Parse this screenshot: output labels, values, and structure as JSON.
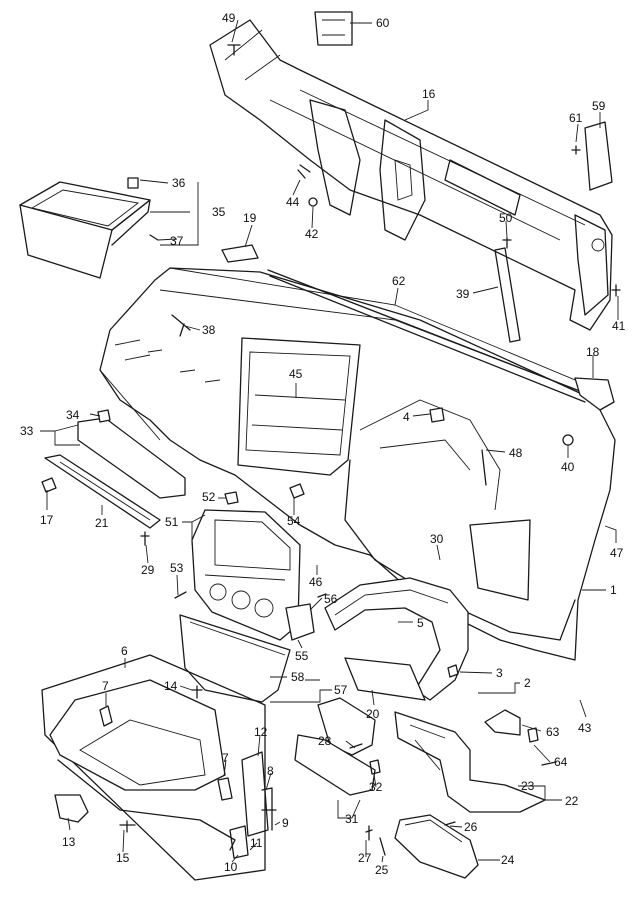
{
  "callouts": [
    {
      "id": "c49",
      "label": "49"
    },
    {
      "id": "c60",
      "label": "60"
    },
    {
      "id": "c16",
      "label": "16"
    },
    {
      "id": "c59",
      "label": "59"
    },
    {
      "id": "c61",
      "label": "61"
    },
    {
      "id": "c36",
      "label": "36"
    },
    {
      "id": "c35",
      "label": "35"
    },
    {
      "id": "c37",
      "label": "37"
    },
    {
      "id": "c44",
      "label": "44"
    },
    {
      "id": "c42",
      "label": "42"
    },
    {
      "id": "c19",
      "label": "19"
    },
    {
      "id": "c50",
      "label": "50"
    },
    {
      "id": "c62",
      "label": "62"
    },
    {
      "id": "c39",
      "label": "39"
    },
    {
      "id": "c41",
      "label": "41"
    },
    {
      "id": "c38",
      "label": "38"
    },
    {
      "id": "c18",
      "label": "18"
    },
    {
      "id": "c45",
      "label": "45"
    },
    {
      "id": "c34",
      "label": "34"
    },
    {
      "id": "c4",
      "label": "4"
    },
    {
      "id": "c33",
      "label": "33"
    },
    {
      "id": "c48",
      "label": "48"
    },
    {
      "id": "c40",
      "label": "40"
    },
    {
      "id": "c17",
      "label": "17"
    },
    {
      "id": "c21",
      "label": "21"
    },
    {
      "id": "c52",
      "label": "52"
    },
    {
      "id": "c54",
      "label": "54"
    },
    {
      "id": "c51",
      "label": "51"
    },
    {
      "id": "c47",
      "label": "47"
    },
    {
      "id": "c30",
      "label": "30"
    },
    {
      "id": "c29",
      "label": "29"
    },
    {
      "id": "c53",
      "label": "53"
    },
    {
      "id": "c46",
      "label": "46"
    },
    {
      "id": "c1",
      "label": "1"
    },
    {
      "id": "c56",
      "label": "56"
    },
    {
      "id": "c5",
      "label": "5"
    },
    {
      "id": "c6",
      "label": "6"
    },
    {
      "id": "c55",
      "label": "55"
    },
    {
      "id": "c3",
      "label": "3"
    },
    {
      "id": "c58",
      "label": "58"
    },
    {
      "id": "c2",
      "label": "2"
    },
    {
      "id": "c14",
      "label": "14"
    },
    {
      "id": "c57",
      "label": "57"
    },
    {
      "id": "c7a",
      "label": "7"
    },
    {
      "id": "c20",
      "label": "20"
    },
    {
      "id": "c43",
      "label": "43"
    },
    {
      "id": "c63",
      "label": "63"
    },
    {
      "id": "c12",
      "label": "12"
    },
    {
      "id": "c28",
      "label": "28"
    },
    {
      "id": "c64",
      "label": "64"
    },
    {
      "id": "c7b",
      "label": "7"
    },
    {
      "id": "c8",
      "label": "8"
    },
    {
      "id": "c23",
      "label": "23"
    },
    {
      "id": "c32",
      "label": "32"
    },
    {
      "id": "c22",
      "label": "22"
    },
    {
      "id": "c13",
      "label": "13"
    },
    {
      "id": "c31",
      "label": "31"
    },
    {
      "id": "c9",
      "label": "9"
    },
    {
      "id": "c15",
      "label": "15"
    },
    {
      "id": "c26",
      "label": "26"
    },
    {
      "id": "c11",
      "label": "11"
    },
    {
      "id": "c27",
      "label": "27"
    },
    {
      "id": "c10",
      "label": "10"
    },
    {
      "id": "c24",
      "label": "24"
    },
    {
      "id": "c25",
      "label": "25"
    }
  ]
}
